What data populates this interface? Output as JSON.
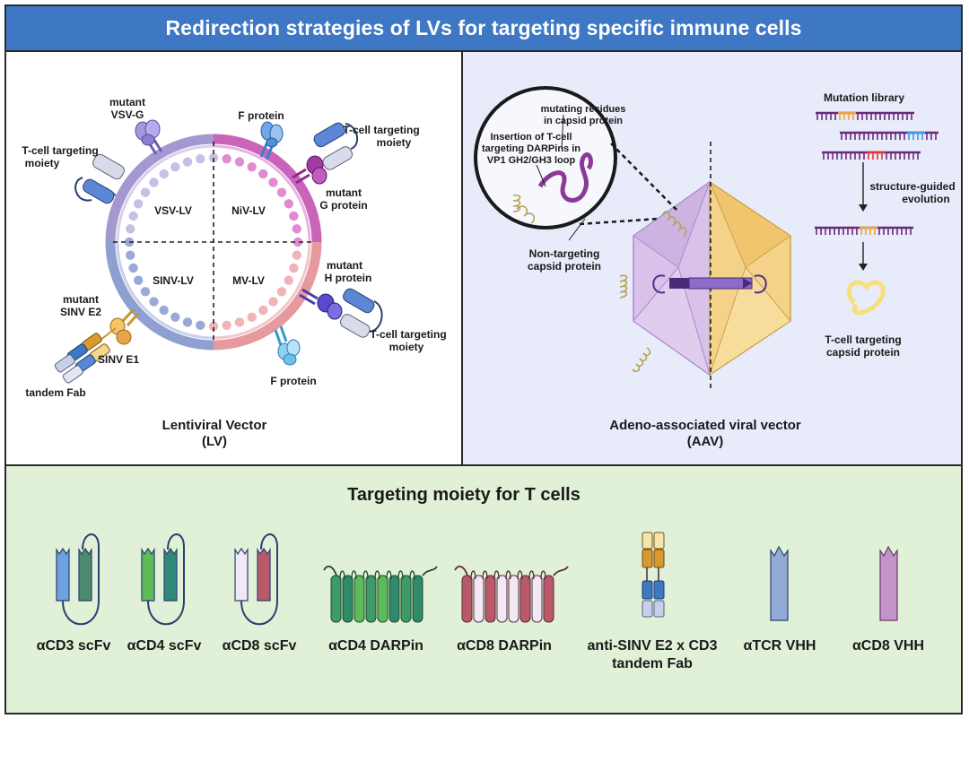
{
  "title": "Redirection strategies of LVs for targeting specific immune cells",
  "lv_panel": {
    "quadrants": [
      "VSV-LV",
      "NiV-LV",
      "SINV-LV",
      "MV-LV"
    ],
    "labels": {
      "mutant_vsvg_1": "mutant",
      "mutant_vsvg_2": "VSV-G",
      "tcell_left_1": "T-cell targeting",
      "tcell_left_2": "moiety",
      "f_protein_top": "F protein",
      "tcell_topright_1": "T-cell targeting",
      "tcell_topright_2": "moiety",
      "mutant_g_1": "mutant",
      "mutant_g_2": "G protein",
      "mutant_h_1": "mutant",
      "mutant_h_2": "H protein",
      "tcell_botright_1": "T-cell targeting",
      "tcell_botright_2": "moiety",
      "f_protein_bottom": "F protein",
      "mutant_sinv_1": "mutant",
      "mutant_sinv_2": "SINV E2",
      "sinv_e1": "SINV E1",
      "tandem_fab": "tandem Fab"
    },
    "caption_1": "Lentiviral Vector",
    "caption_2": "(LV)"
  },
  "aav_panel": {
    "labels": {
      "mutating_1": "mutating residues",
      "mutating_2": "in capsid protein",
      "insertion_1": "Insertion of T-cell",
      "insertion_2": "targeting DARPins in",
      "insertion_3": "VP1 GH2/GH3 loop",
      "nontarget_1": "Non-targeting",
      "nontarget_2": "capsid protein",
      "mutation_library": "Mutation library",
      "structure_1": "structure-guided",
      "structure_2": "evolution",
      "tcell_capsid_1": "T-cell targeting",
      "tcell_capsid_2": "capsid protein"
    },
    "caption_1": "Adeno-associated viral vector",
    "caption_2": "(AAV)"
  },
  "moiety_panel": {
    "heading": "Targeting moiety for T cells",
    "items": [
      {
        "line1": "αCD3 scFv",
        "line2": ""
      },
      {
        "line1": "αCD4 scFv",
        "line2": ""
      },
      {
        "line1": "αCD8 scFv",
        "line2": ""
      },
      {
        "line1": "αCD4 DARPin",
        "line2": ""
      },
      {
        "line1": "αCD8 DARPin",
        "line2": ""
      },
      {
        "line1": "anti-SINV E2 x CD3",
        "line2": "tandem Fab"
      },
      {
        "line1": "αTCR VHH",
        "line2": ""
      },
      {
        "line1": "αCD8 VHH",
        "line2": ""
      }
    ]
  },
  "colors": {
    "title_bar": "#3e78c4",
    "aav_bg": "#e8ebf9",
    "moiety_bg": "#e0f1d7",
    "vsv": "#a597cf",
    "niv": "#c964b9",
    "sinv": "#8f9fcf",
    "mv": "#e69a9e",
    "capsid_left": "#d8c2e9",
    "capsid_right": "#f5d28a"
  }
}
